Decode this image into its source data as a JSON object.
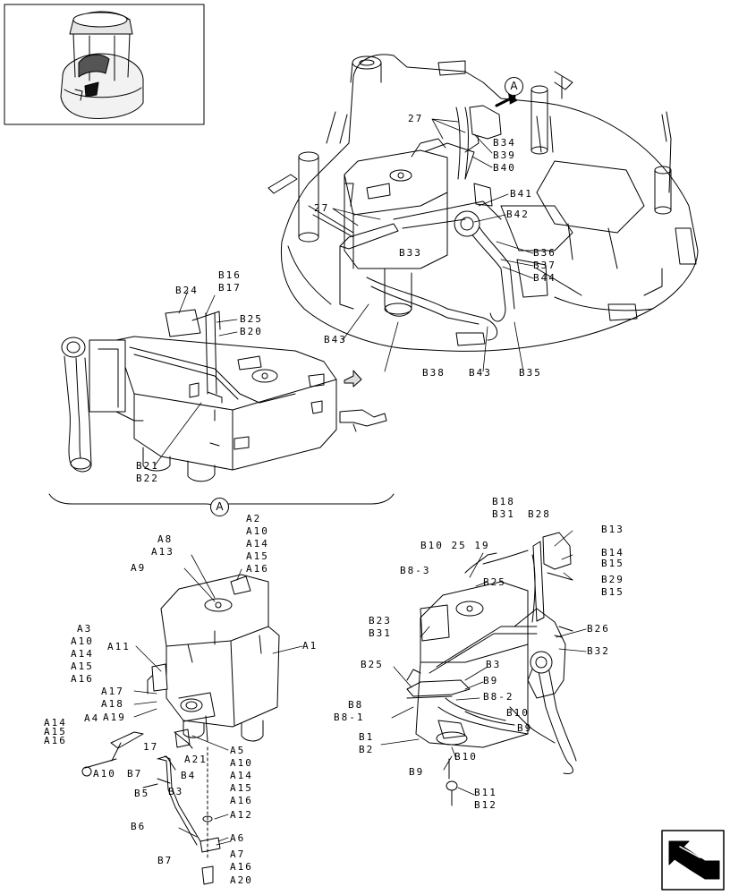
{
  "callouts": {
    "detail_A_top": "A",
    "detail_A_bottom": "A"
  },
  "labels": {
    "L27a": "27",
    "L27b": "27",
    "B34": "B34",
    "B39": "B39",
    "B40": "B40",
    "B41": "B41",
    "B42": "B42",
    "B33": "B33",
    "B36": "B36",
    "B37": "B37",
    "B44": "B44",
    "B43a": "B43",
    "B38": "B38",
    "B43b": "B43",
    "B35": "B35",
    "B16": "B16",
    "B17": "B17",
    "B24": "B24",
    "B25a": "B25",
    "B20": "B20",
    "B21": "B21",
    "B22": "B22",
    "A2": "A2",
    "A10a": "A10",
    "A14a": "A14",
    "A15a": "A15",
    "A16a": "A16",
    "A8": "A8",
    "A13": "A13",
    "A9": "A9",
    "A1": "A1",
    "A3": "A3",
    "A10b": "A10",
    "A14b": "A14",
    "A15b": "A15",
    "A16b": "A16",
    "A11": "A11",
    "A17": "A17",
    "A18": "A18",
    "A19": "A19",
    "A4": "A4",
    "A14c": "A14",
    "A15c": "A15",
    "A16c": "A16",
    "B7_17": "17",
    "A21": "A21",
    "A5": "A5",
    "A10c": "A10",
    "A14d": "A14",
    "A15d": "A15",
    "A16d": "A16",
    "A12": "A12",
    "A10d": "A10",
    "B7a": "B7",
    "B4": "B4",
    "B5": "B5",
    "B3": "B3",
    "B6": "B6",
    "A6": "A6",
    "B7b": "B7",
    "A7": "A7",
    "A16e": "A16",
    "A20": "A20",
    "B18": "B18",
    "B31a": "B31",
    "B28": "B28",
    "B13": "B13",
    "B10_25_19": "B10 25 19",
    "B14": "B14",
    "B15a": "B15",
    "B8_3": "B8-3",
    "B25b": "B25",
    "B29": "B29",
    "B15b": "B15",
    "B23": "B23",
    "B31b": "B31",
    "B26": "B26",
    "B32": "B32",
    "B25c": "B25",
    "B3x": "B3",
    "B9a": "B9",
    "B8_2": "B8-2",
    "B8": "B8",
    "B8_1": "B8-1",
    "B10a": "B10",
    "B9b": "B9",
    "B1": "B1",
    "B2": "B2",
    "B10b": "B10",
    "B9c": "B9",
    "B11": "B11",
    "B12": "B12"
  }
}
